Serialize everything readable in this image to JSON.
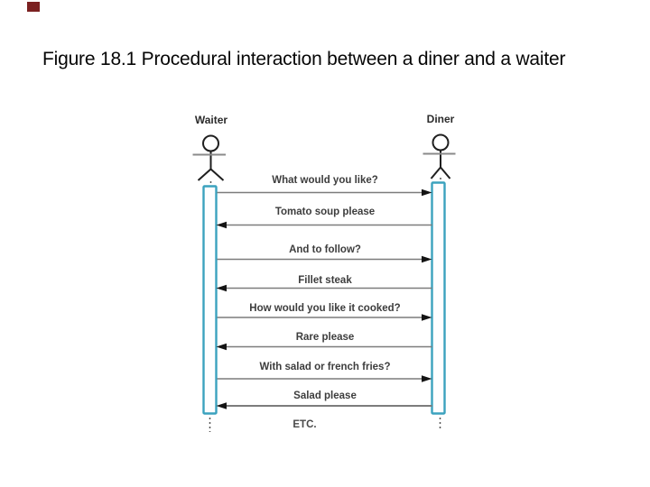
{
  "slide": {
    "title": "Figure 18.1 Procedural interaction between a diner and a waiter",
    "bullet_color": "#7b2121"
  },
  "diagram": {
    "type": "uml-sequence-diagram",
    "actors": [
      {
        "name": "Waiter"
      },
      {
        "name": "Diner"
      }
    ],
    "messages": [
      {
        "label": "What would you like?",
        "from": "Waiter",
        "to": "Diner"
      },
      {
        "label": "Tomato soup please",
        "from": "Diner",
        "to": "Waiter"
      },
      {
        "label": "And to follow?",
        "from": "Waiter",
        "to": "Diner"
      },
      {
        "label": "Fillet steak",
        "from": "Diner",
        "to": "Waiter"
      },
      {
        "label": "How would you like it cooked?",
        "from": "Waiter",
        "to": "Diner"
      },
      {
        "label": "Rare please",
        "from": "Diner",
        "to": "Waiter"
      },
      {
        "label": "With salad or french fries?",
        "from": "Waiter",
        "to": "Diner"
      },
      {
        "label": "Salad please",
        "from": "Diner",
        "to": "Waiter"
      },
      {
        "label": "ETC.",
        "from": "",
        "to": ""
      }
    ],
    "colors": {
      "activation_bar_border": "#3ba2be",
      "activation_bar_fill": "#fdfeff",
      "message_line": "#7c7c7c",
      "arrowhead": "#141414",
      "actor_outline": "#1f1f1f"
    }
  }
}
